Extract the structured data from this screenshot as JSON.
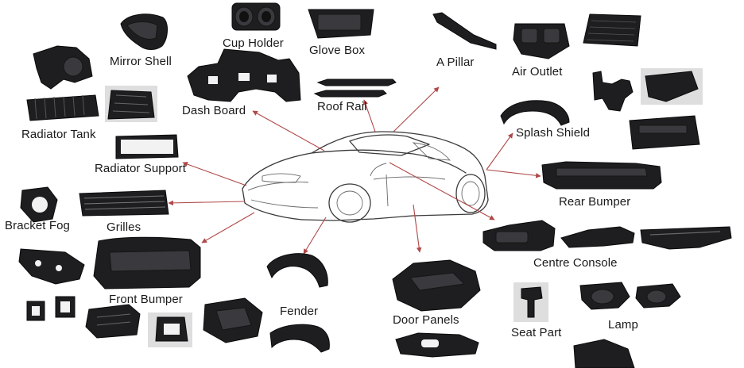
{
  "labels": {
    "mirror_shell": "Mirror Shell",
    "cup_holder": "Cup Holder",
    "glove_box": "Glove Box",
    "a_pillar": "A Pillar",
    "air_outlet": "Air Outlet",
    "dash_board": "Dash Board",
    "roof_rail": "Roof Rail",
    "radiator_tank": "Radiator Tank",
    "splash_shield": "Splash Shield",
    "radiator_support": "Radiator Support",
    "rear_bumper": "Rear Bumper",
    "bracket_fog": "Bracket Fog",
    "grilles": "Grilles",
    "centre_console": "Centre Console",
    "front_bumper": "Front Bumper",
    "fender": "Fender",
    "door_panels": "Door Panels",
    "seat_part": "Seat Part",
    "lamp": "Lamp"
  },
  "colors": {
    "arrow": "#b04848",
    "part": "#1e1e20",
    "text": "#1a1a1a"
  }
}
